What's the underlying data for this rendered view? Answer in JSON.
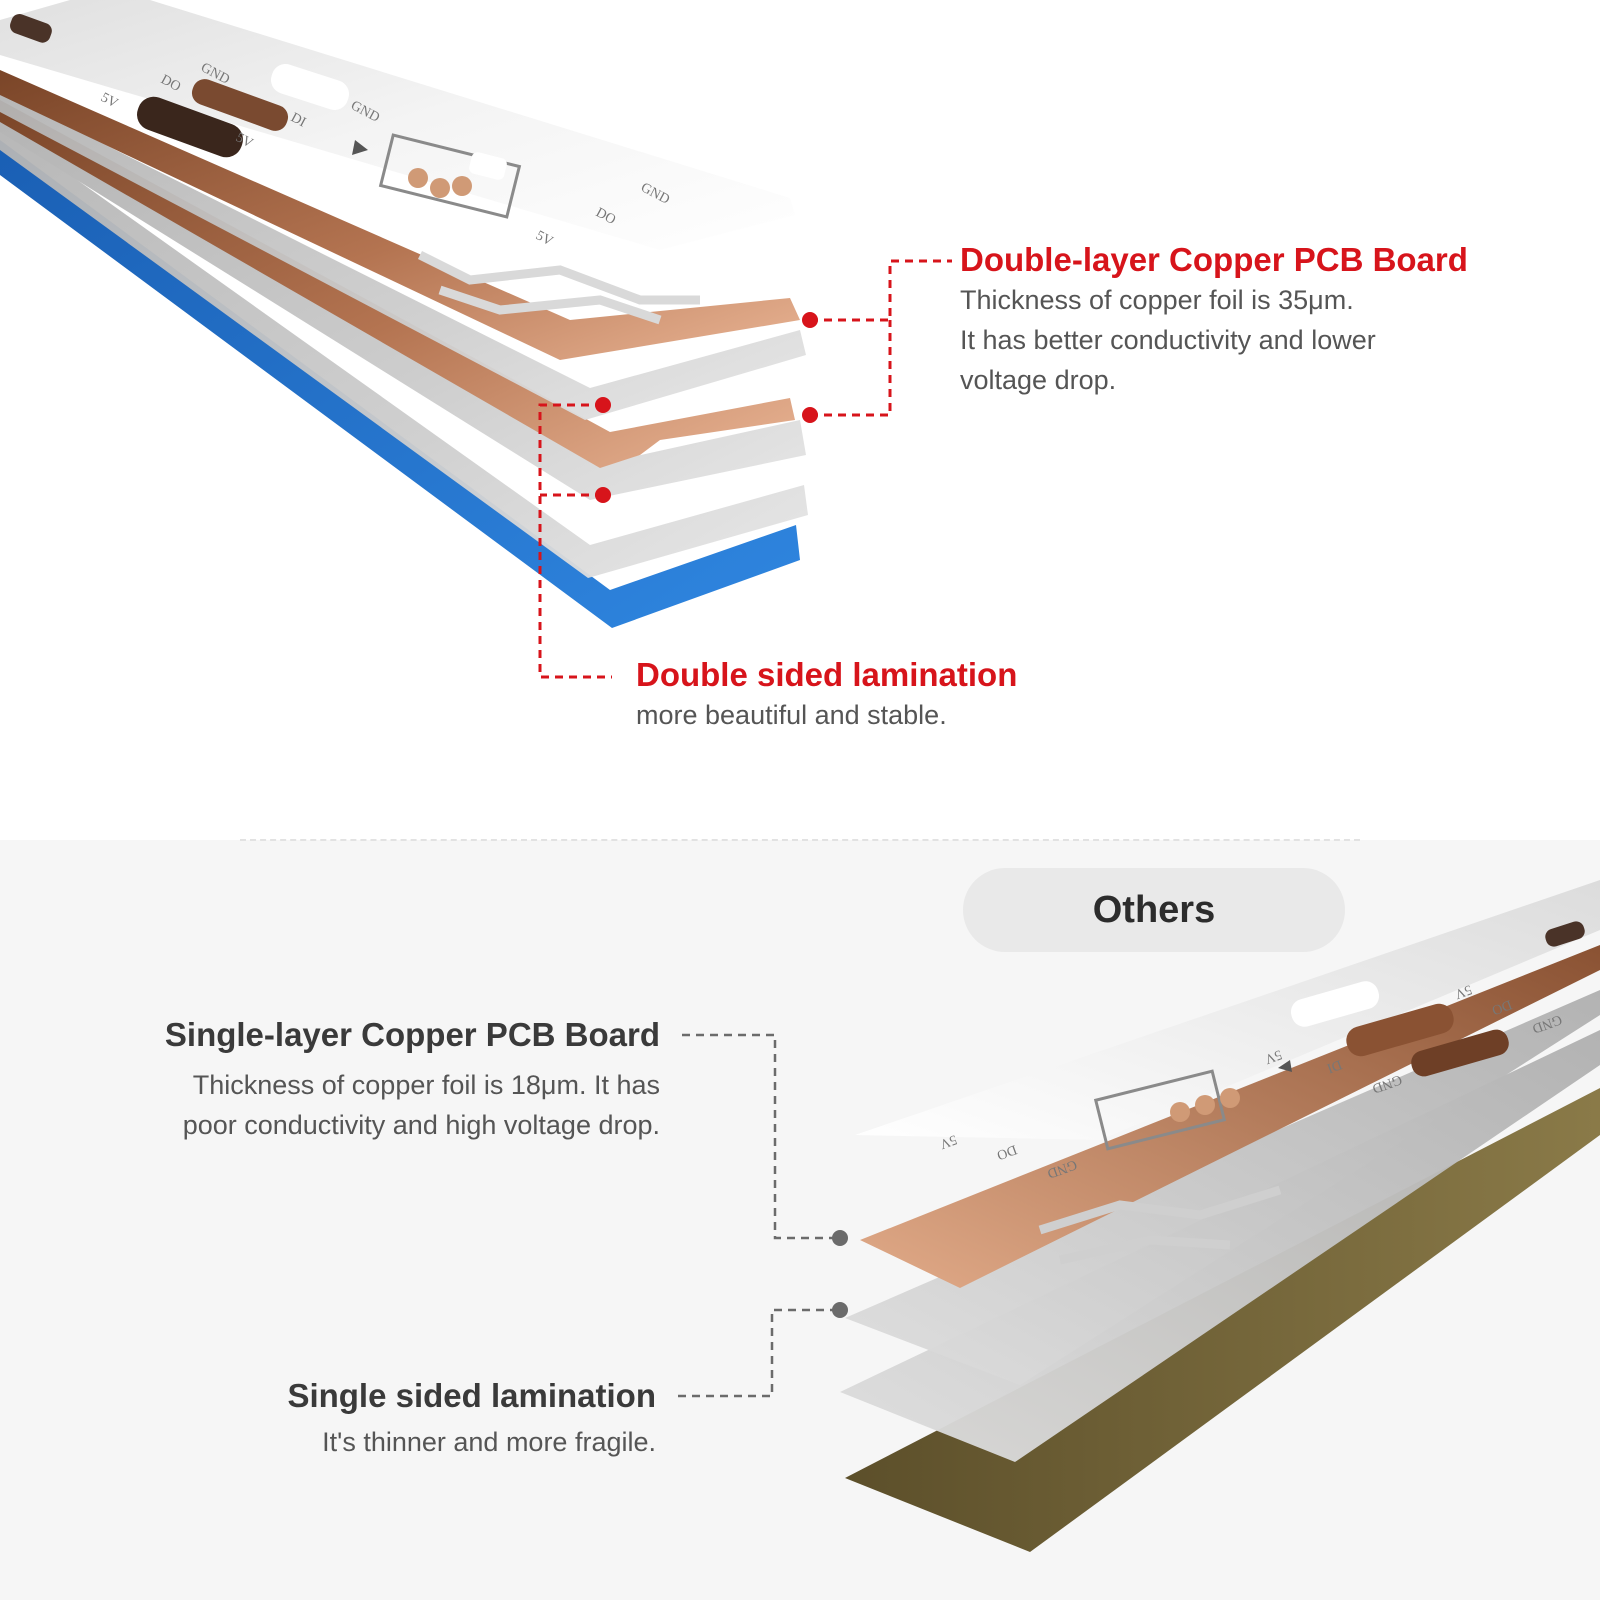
{
  "top": {
    "callout_pcb": {
      "title": "Double-layer Copper PCB Board",
      "lines": [
        "Thickness of copper foil is 35μm.",
        "It has better conductivity and lower",
        "voltage drop."
      ]
    },
    "callout_lamination": {
      "title": "Double sided lamination",
      "lines": [
        "more beautiful and stable."
      ]
    },
    "strip_labels": [
      "GND",
      "DO",
      "5V",
      "GND",
      "DI",
      "5V",
      "GND",
      "DO",
      "5V"
    ]
  },
  "bottom": {
    "badge": "Others",
    "callout_pcb": {
      "title": "Single-layer Copper PCB Board",
      "lines": [
        "Thickness of copper foil is 18μm. It has",
        "poor conductivity and high voltage drop."
      ]
    },
    "callout_lamination": {
      "title": "Single sided lamination",
      "lines": [
        "It's thinner and more fragile."
      ]
    },
    "strip_labels": [
      "5V",
      "DO",
      "GND",
      "5V",
      "DI",
      "GND",
      "5V",
      "DO",
      "GND"
    ]
  },
  "colors": {
    "accent_red": "#d7141b",
    "leader_gray": "#6b6b6b",
    "copper": "#c98d68",
    "silver": "#c2c2c2",
    "blue_tape": "#1f6fc8",
    "olive_tape": "#6f6238"
  }
}
